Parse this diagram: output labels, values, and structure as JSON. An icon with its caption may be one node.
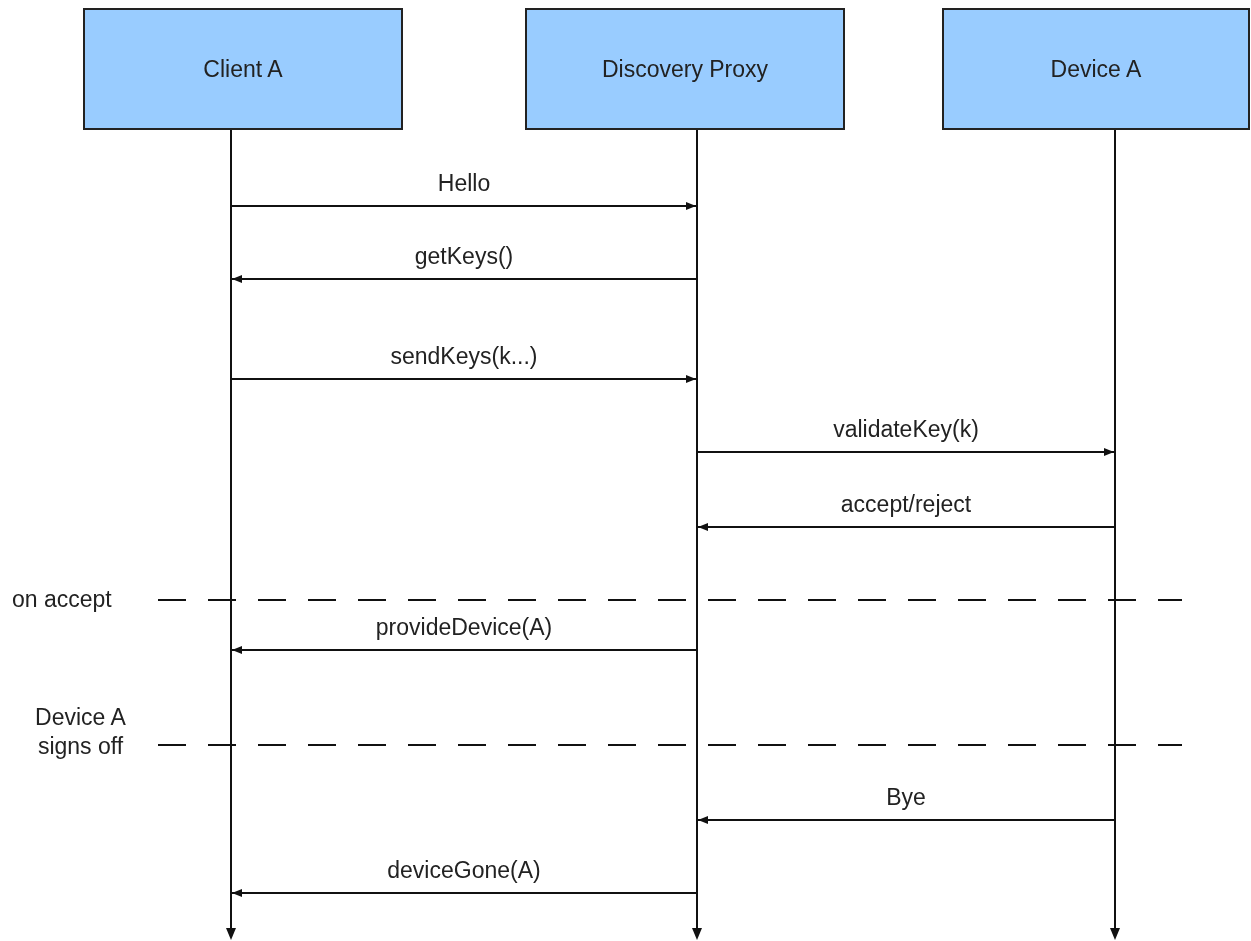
{
  "diagram": {
    "nodes": [
      {
        "text": [
          "Client A"
        ]
      },
      {
        "text": [
          "Discovery Proxy"
        ]
      },
      {
        "text": [
          "Device A"
        ]
      },
      {
        "text": [],
        "shape": "line"
      },
      {
        "text": [],
        "shape": "line"
      },
      {
        "text": [],
        "shape": "line"
      }
    ],
    "edges": [
      {
        "from": 3,
        "to": 4,
        "arrow": "to",
        "label": "Hello"
      },
      {
        "from": 4,
        "to": 3,
        "arrow": "to",
        "label": "getKeys()"
      },
      {
        "from": 3,
        "to": 4,
        "arrow": "to",
        "label": "sendKeys(k...)"
      },
      {
        "from": 4,
        "to": 5,
        "arrow": "to",
        "label": "validateKey(k)"
      },
      {
        "from": 5,
        "to": 4,
        "arrow": "to",
        "label": "accept/reject"
      },
      {
        "from": 4,
        "to": 3,
        "arrow": "to",
        "label": "provideDevice(A)"
      },
      {
        "from": 5,
        "to": 4,
        "arrow": "to",
        "label": "Bye"
      },
      {
        "from": 4,
        "to": 3,
        "arrow": "to",
        "label": "deviceGone(A)"
      }
    ],
    "labels": [
      "on accept",
      "Device A signs off"
    ]
  }
}
